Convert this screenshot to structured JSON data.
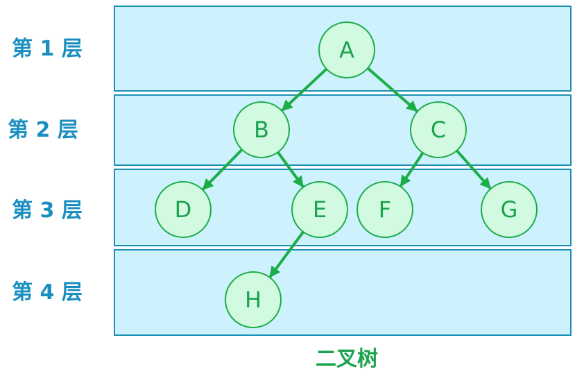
{
  "colors": {
    "band_fill": "#cdf1fd",
    "band_stroke": "#1c8fb5",
    "level_text": "#1a8fbf",
    "node_fill": "#d2fae0",
    "node_stroke": "#1cad49",
    "node_text": "#1aa34c",
    "edge": "#1cad49",
    "caption_text": "#1aa34c"
  },
  "levels": [
    {
      "label": "第 1 层"
    },
    {
      "label": "第 2 层"
    },
    {
      "label": "第 3 层"
    },
    {
      "label": "第 4 层"
    }
  ],
  "nodes": [
    {
      "id": "A",
      "label": "A",
      "level": 1
    },
    {
      "id": "B",
      "label": "B",
      "level": 2
    },
    {
      "id": "C",
      "label": "C",
      "level": 2
    },
    {
      "id": "D",
      "label": "D",
      "level": 3
    },
    {
      "id": "E",
      "label": "E",
      "level": 3
    },
    {
      "id": "F",
      "label": "F",
      "level": 3
    },
    {
      "id": "G",
      "label": "G",
      "level": 3
    },
    {
      "id": "H",
      "label": "H",
      "level": 4
    }
  ],
  "edges": [
    {
      "from": "A",
      "to": "B"
    },
    {
      "from": "A",
      "to": "C"
    },
    {
      "from": "B",
      "to": "D"
    },
    {
      "from": "B",
      "to": "E"
    },
    {
      "from": "C",
      "to": "F"
    },
    {
      "from": "C",
      "to": "G"
    },
    {
      "from": "E",
      "to": "H"
    }
  ],
  "caption": "二叉树"
}
